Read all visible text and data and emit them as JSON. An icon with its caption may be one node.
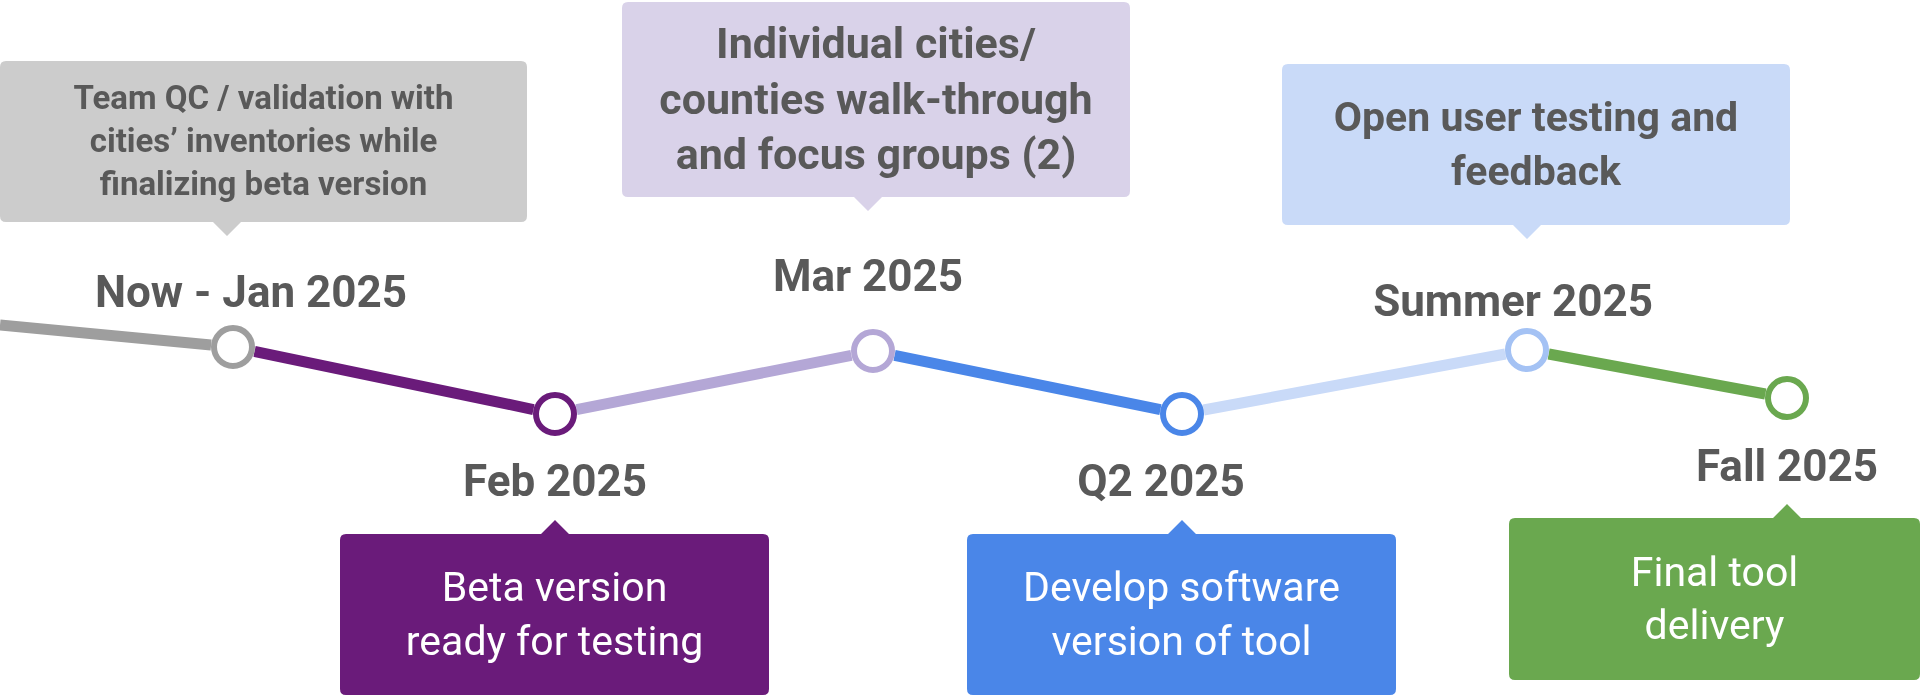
{
  "diagram": {
    "nodes": [
      {
        "text": [
          "Team QC / validation with cities’ inventories while finalizing beta version"
        ]
      },
      {
        "text": [],
        "shape": "circle",
        "beside": [
          "Now - Jan 2025"
        ]
      },
      {
        "text": [
          "Beta version ready for testing"
        ]
      },
      {
        "text": [],
        "shape": "circle",
        "beside": [
          "Feb 2025"
        ]
      },
      {
        "text": [
          "Individual cities/ counties walk-through and focus groups (2)"
        ]
      },
      {
        "text": [],
        "shape": "circle",
        "beside": [
          "Mar 2025"
        ]
      },
      {
        "text": [
          "Develop software version of tool"
        ]
      },
      {
        "text": [],
        "shape": "circle",
        "beside": [
          "Q2 2025"
        ]
      },
      {
        "text": [
          "Open user testing and feedback"
        ]
      },
      {
        "text": [],
        "shape": "circle",
        "beside": [
          "Summer 2025"
        ]
      },
      {
        "text": [
          "Final tool delivery"
        ]
      },
      {
        "text": [],
        "shape": "circle",
        "beside": [
          "Fall 2025"
        ]
      }
    ],
    "edges": [
      {
        "from": null,
        "to": 1,
        "arrow": "none",
        "color": "#9e9e9e"
      },
      {
        "from": 1,
        "to": 3,
        "arrow": "none",
        "color": "#6a1b7a"
      },
      {
        "from": 3,
        "to": 5,
        "arrow": "none",
        "color": "#b4a7d6"
      },
      {
        "from": 5,
        "to": 7,
        "arrow": "none",
        "color": "#4a86e8"
      },
      {
        "from": 7,
        "to": 9,
        "arrow": "none",
        "color": "#c9daf8"
      },
      {
        "from": 9,
        "to": 11,
        "arrow": "none",
        "color": "#6aa84f"
      }
    ]
  }
}
